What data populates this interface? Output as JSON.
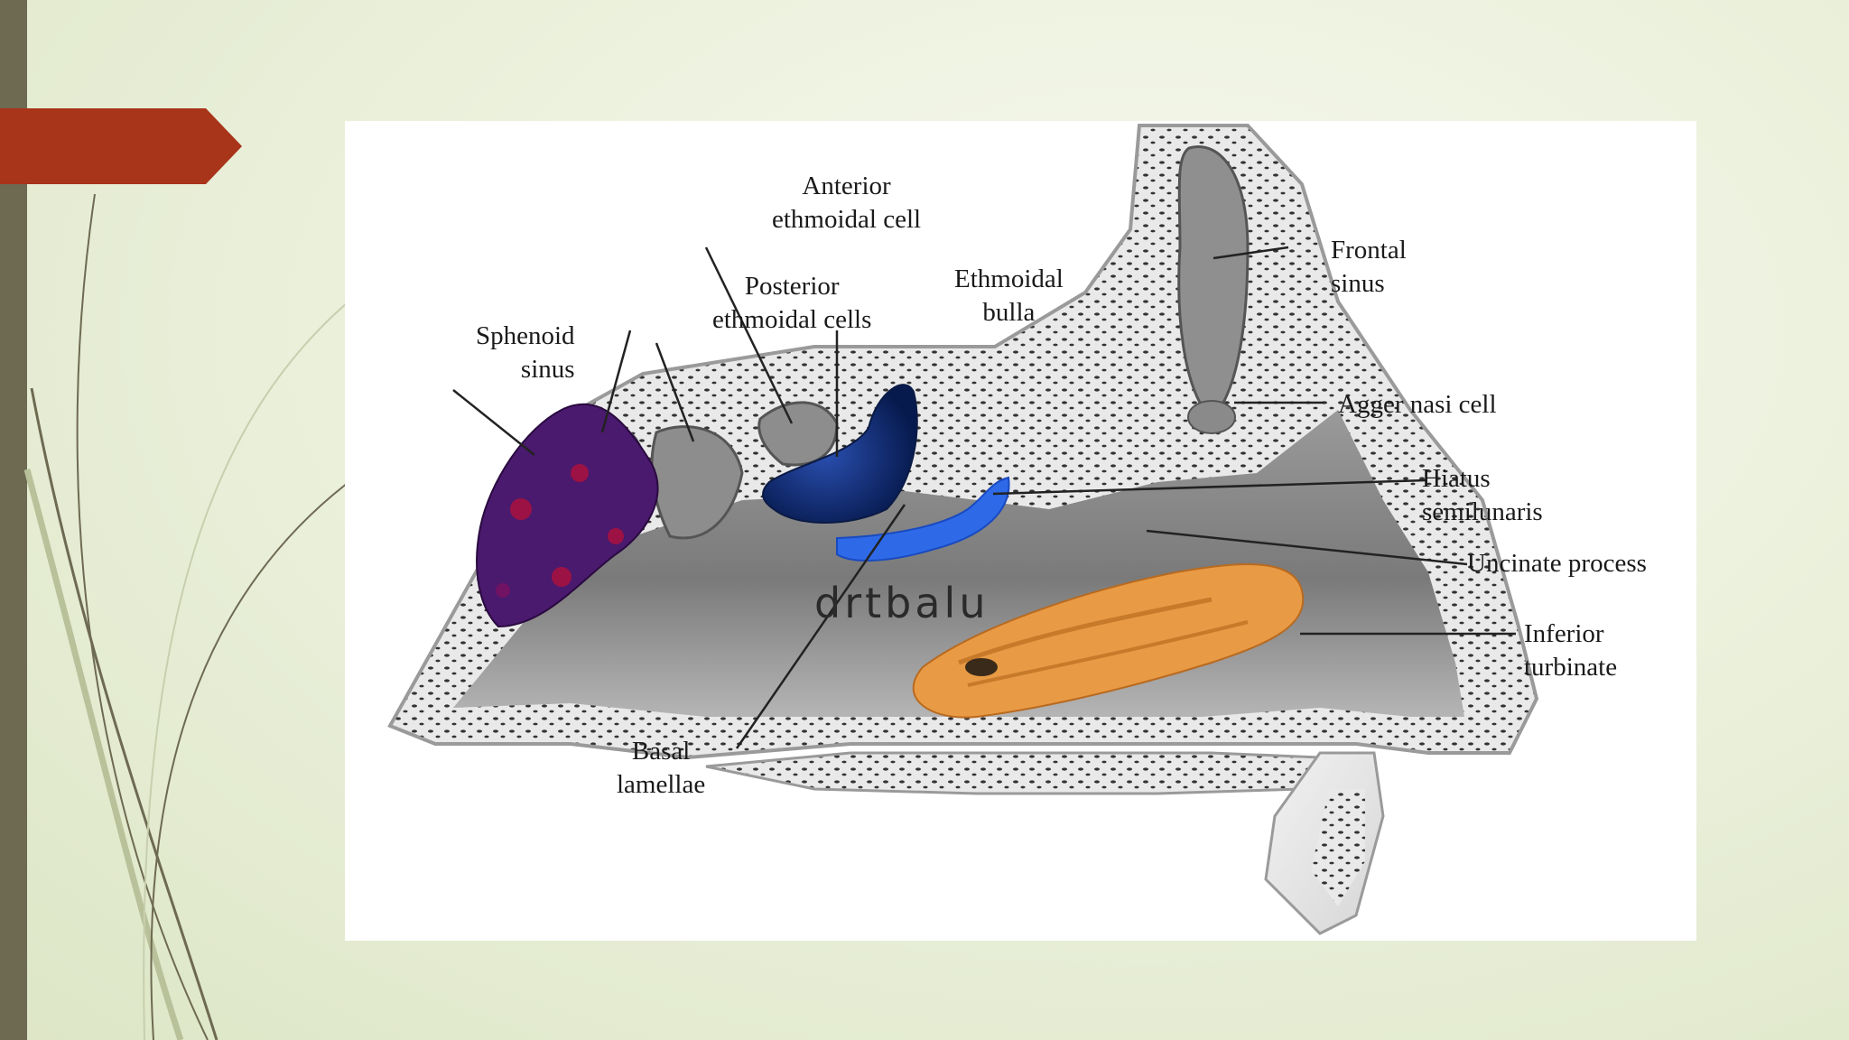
{
  "slide": {
    "accent_color": "#a8341a",
    "side_bar_color": "#6e6a52",
    "background_color": "#ecf1dd"
  },
  "diagram": {
    "watermark": "drtbalu",
    "labels": {
      "anterior_ethmoidal_cell": [
        "Anterior",
        "ethmoidal cell"
      ],
      "posterior_ethmoidal_cells": [
        "Posterior",
        "ethmoidal cells"
      ],
      "ethmoidal_bulla": [
        "Ethmoidal",
        "bulla"
      ],
      "sphenoid_sinus": [
        "Sphenoid",
        "sinus"
      ],
      "frontal_sinus": [
        "Frontal",
        "sinus"
      ],
      "agger_nasi_cell": [
        "Agger nasi cell"
      ],
      "hiatus_semilunaris": [
        "Hiatus",
        "semilunaris"
      ],
      "uncinate_process": [
        "Uncinate process"
      ],
      "inferior_turbinate": [
        "Inferior",
        "turbinate"
      ],
      "basal_lamellae": [
        "Basal",
        "lamellae"
      ]
    },
    "colors": {
      "sphenoid_sinus": "#4a1a6e",
      "ethmoidal_bulla": "#0d2a6e",
      "hiatus_semilunaris": "#2e6ae8",
      "inferior_turbinate": "#e89a45",
      "bone": "#e6e6e6",
      "cavity": "#8a8a8a"
    }
  }
}
